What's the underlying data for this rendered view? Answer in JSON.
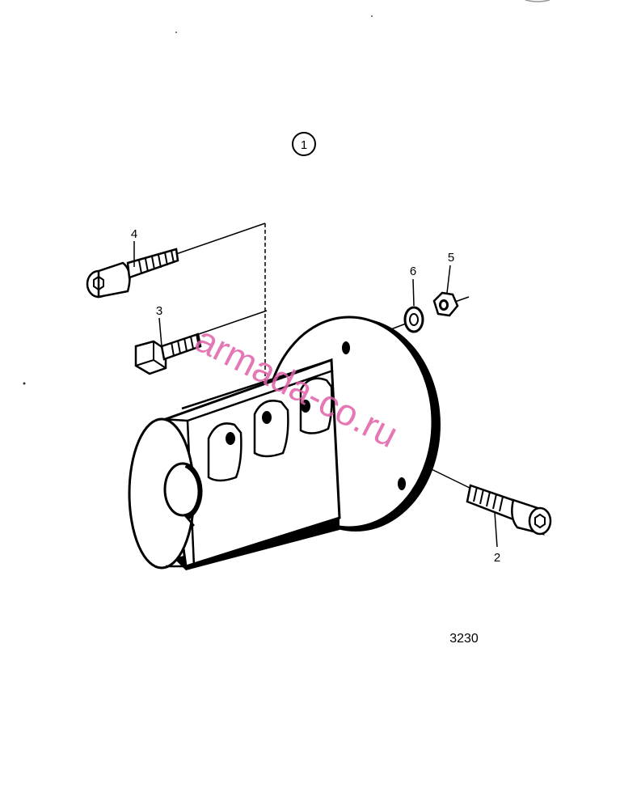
{
  "figure": {
    "assembly_number": "1",
    "figure_number": "3230",
    "watermark": "armada-co.ru",
    "callouts": {
      "bolt_long": "2",
      "bolt_hex": "3",
      "bolt_socket": "4",
      "nut": "5",
      "washer": "6"
    }
  },
  "colors": {
    "ink": "#000000",
    "paper": "#ffffff",
    "watermark": "#e060a8"
  }
}
